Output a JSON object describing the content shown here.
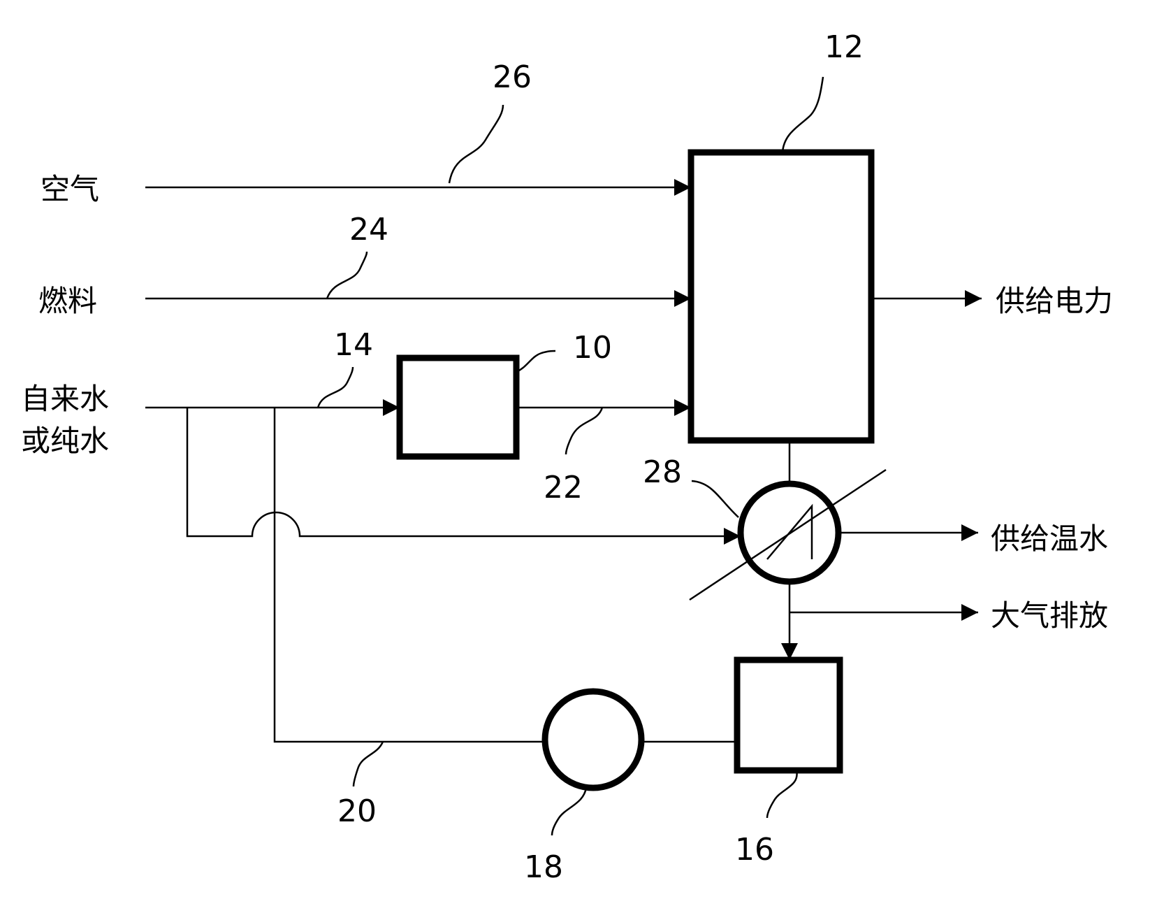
{
  "inputs": {
    "air": "空气",
    "fuel": "燃料",
    "water_line1": "自来水",
    "water_line2": "或纯水"
  },
  "outputs": {
    "power": "供给电力",
    "hot_water": "供给温水",
    "exhaust": "大气排放"
  },
  "reference_numerals": {
    "unit_10": "10",
    "fuel_cell_12": "12",
    "line_14": "14",
    "unit_16": "16",
    "pump_18": "18",
    "line_20": "20",
    "line_22": "22",
    "line_24": "24",
    "line_26": "26",
    "heat_exchanger_28": "28"
  }
}
